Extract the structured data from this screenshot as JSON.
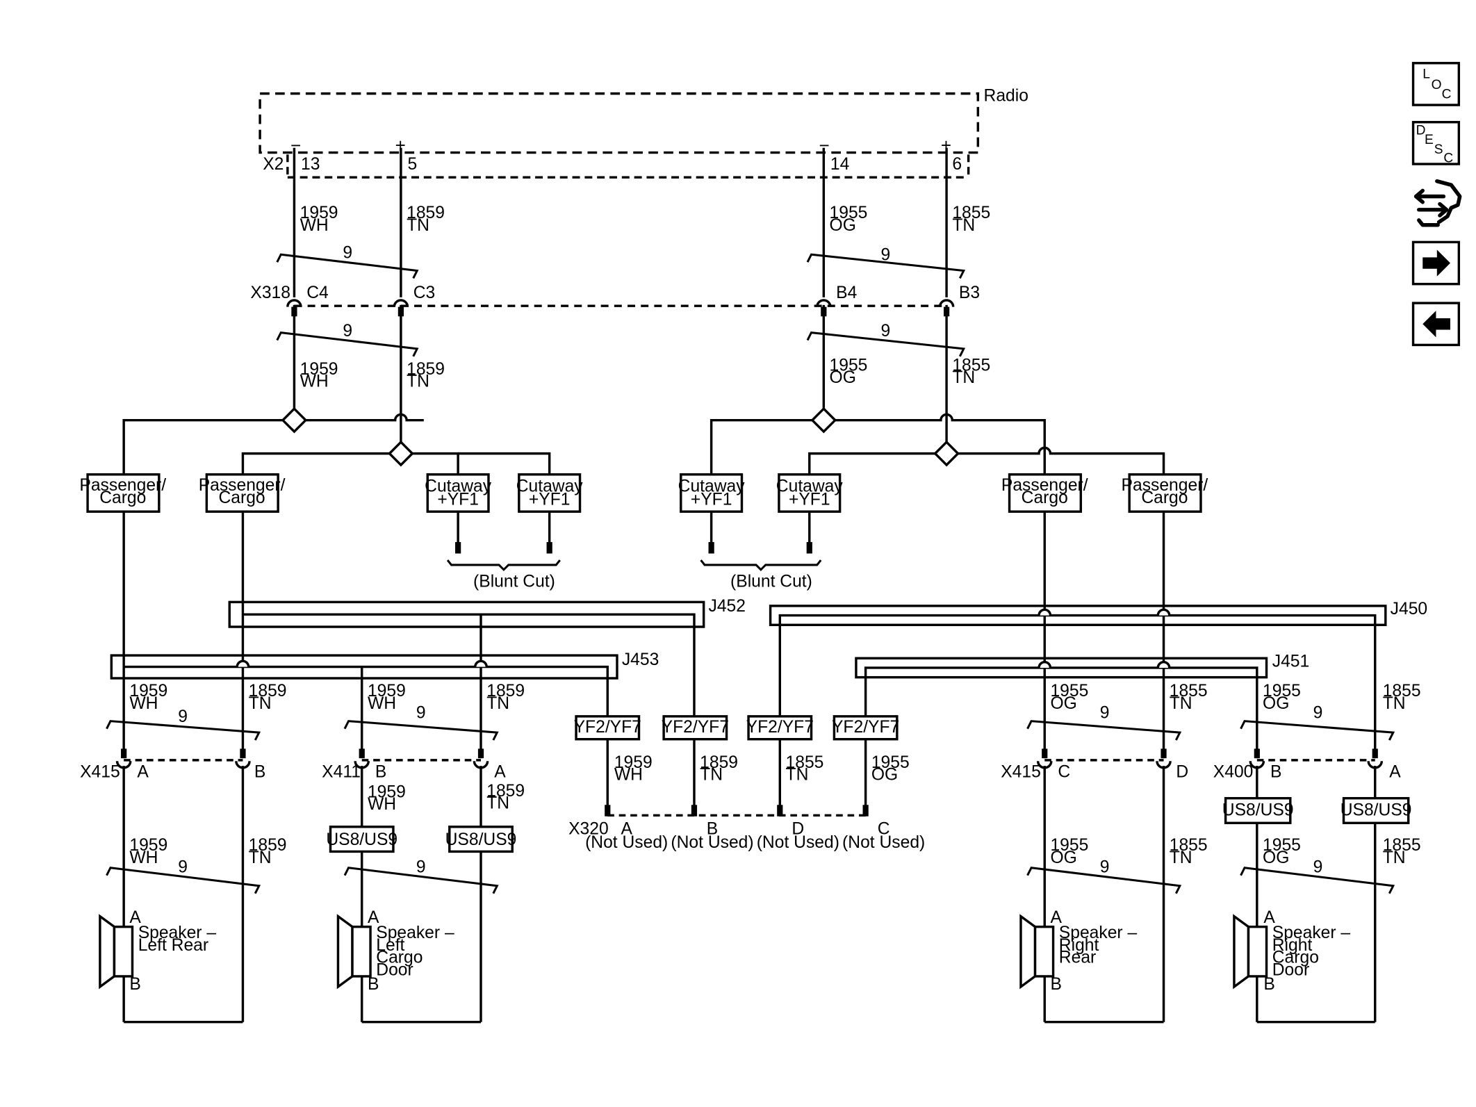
{
  "radio": {
    "label": "Radio",
    "connector": "X2"
  },
  "radio_pins": [
    {
      "sign": "−",
      "pin": "13"
    },
    {
      "sign": "+",
      "pin": "5"
    },
    {
      "sign": "−",
      "pin": "14"
    },
    {
      "sign": "+",
      "pin": "6"
    }
  ],
  "wires": {
    "w1959": {
      "circuit": "1959",
      "color": "WH"
    },
    "w1859": {
      "circuit": "1859",
      "color": "TN"
    },
    "w1955": {
      "circuit": "1955",
      "color": "OG"
    },
    "w1855": {
      "circuit": "1855",
      "color": "TN"
    }
  },
  "twist_count": "9",
  "x318": {
    "name": "X318",
    "pins": [
      "C4",
      "C3",
      "B4",
      "B3"
    ]
  },
  "options": {
    "passenger_cargo": [
      "Passenger/",
      "Cargo"
    ],
    "cutaway": [
      "Cutaway",
      "+YF1"
    ],
    "yf2_yf7": "YF2/YF7",
    "us8_us9": "US8/US9"
  },
  "blunt_cut": "(Blunt Cut)",
  "splices": {
    "j452": "J452",
    "j453": "J453",
    "j450": "J450",
    "j451": "J451"
  },
  "connectors": {
    "x415_left": {
      "name": "X415",
      "pins": [
        "A",
        "B"
      ]
    },
    "x411": {
      "name": "X411",
      "pins": [
        "B",
        "A"
      ]
    },
    "x415_right": {
      "name": "X415",
      "pins": [
        "C",
        "D"
      ]
    },
    "x400": {
      "name": "X400",
      "pins": [
        "B",
        "A"
      ]
    },
    "x320": {
      "name": "X320",
      "pins": [
        "A",
        "B",
        "D",
        "C"
      ],
      "note": "(Not Used)"
    }
  },
  "speakers": [
    {
      "lines": [
        "Speaker –",
        "Left Rear"
      ],
      "pin_a": "A",
      "pin_b": "B"
    },
    {
      "lines": [
        "Speaker –",
        "Left",
        "Cargo",
        "Door"
      ],
      "pin_a": "A",
      "pin_b": "B"
    },
    {
      "lines": [
        "Speaker –",
        "Right",
        "Rear"
      ],
      "pin_a": "A",
      "pin_b": "B"
    },
    {
      "lines": [
        "Speaker –",
        "Right",
        "Cargo",
        "Door"
      ],
      "pin_a": "A",
      "pin_b": "B"
    }
  ],
  "side_nav": [
    {
      "icon": "loc-icon",
      "letters": [
        "L",
        "O",
        "C"
      ]
    },
    {
      "icon": "desc-icon",
      "letters": [
        "D",
        "E",
        "S",
        "C"
      ]
    },
    {
      "icon": "connector-tool-icon"
    },
    {
      "icon": "arrow-right-icon"
    },
    {
      "icon": "arrow-left-icon"
    }
  ]
}
